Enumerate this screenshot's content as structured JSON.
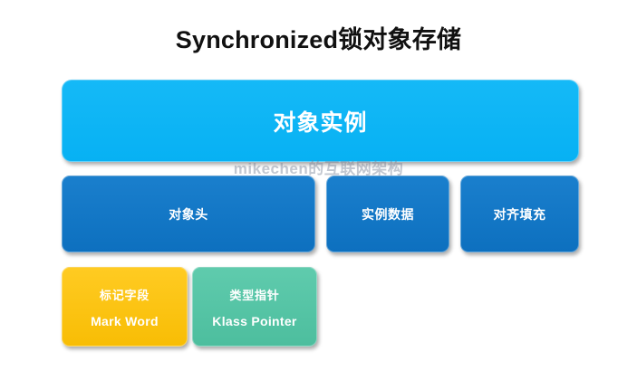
{
  "page": {
    "title": "Synchronized锁对象存储",
    "background_color": "#ffffff",
    "watermark": "mikechen的互联网架构"
  },
  "colors": {
    "instance_cyan": "#10b5f5",
    "section_blue": "#1277c6",
    "mark_word_gold": "#fcc415",
    "klass_pointer_teal": "#56c5a6",
    "title_text": "#111111",
    "box_text": "#ffffff"
  },
  "diagram": {
    "type": "hierarchy",
    "levels": [
      {
        "level": 1,
        "nodes": [
          {
            "id": "object-instance",
            "label": "对象实例",
            "color": "#10b5f5"
          }
        ]
      },
      {
        "level": 2,
        "nodes": [
          {
            "id": "object-header",
            "label": "对象头",
            "color": "#1277c6"
          },
          {
            "id": "instance-data",
            "label": "实例数据",
            "color": "#1277c6"
          },
          {
            "id": "alignment-padding",
            "label": "对齐填充",
            "color": "#1277c6"
          }
        ]
      },
      {
        "level": 3,
        "nodes": [
          {
            "id": "mark-word",
            "label_cn": "标记字段",
            "label_en": "Mark Word",
            "color": "#fcc415"
          },
          {
            "id": "klass-pointer",
            "label_cn": "类型指针",
            "label_en": "Klass Pointer",
            "color": "#56c5a6"
          }
        ]
      }
    ]
  }
}
